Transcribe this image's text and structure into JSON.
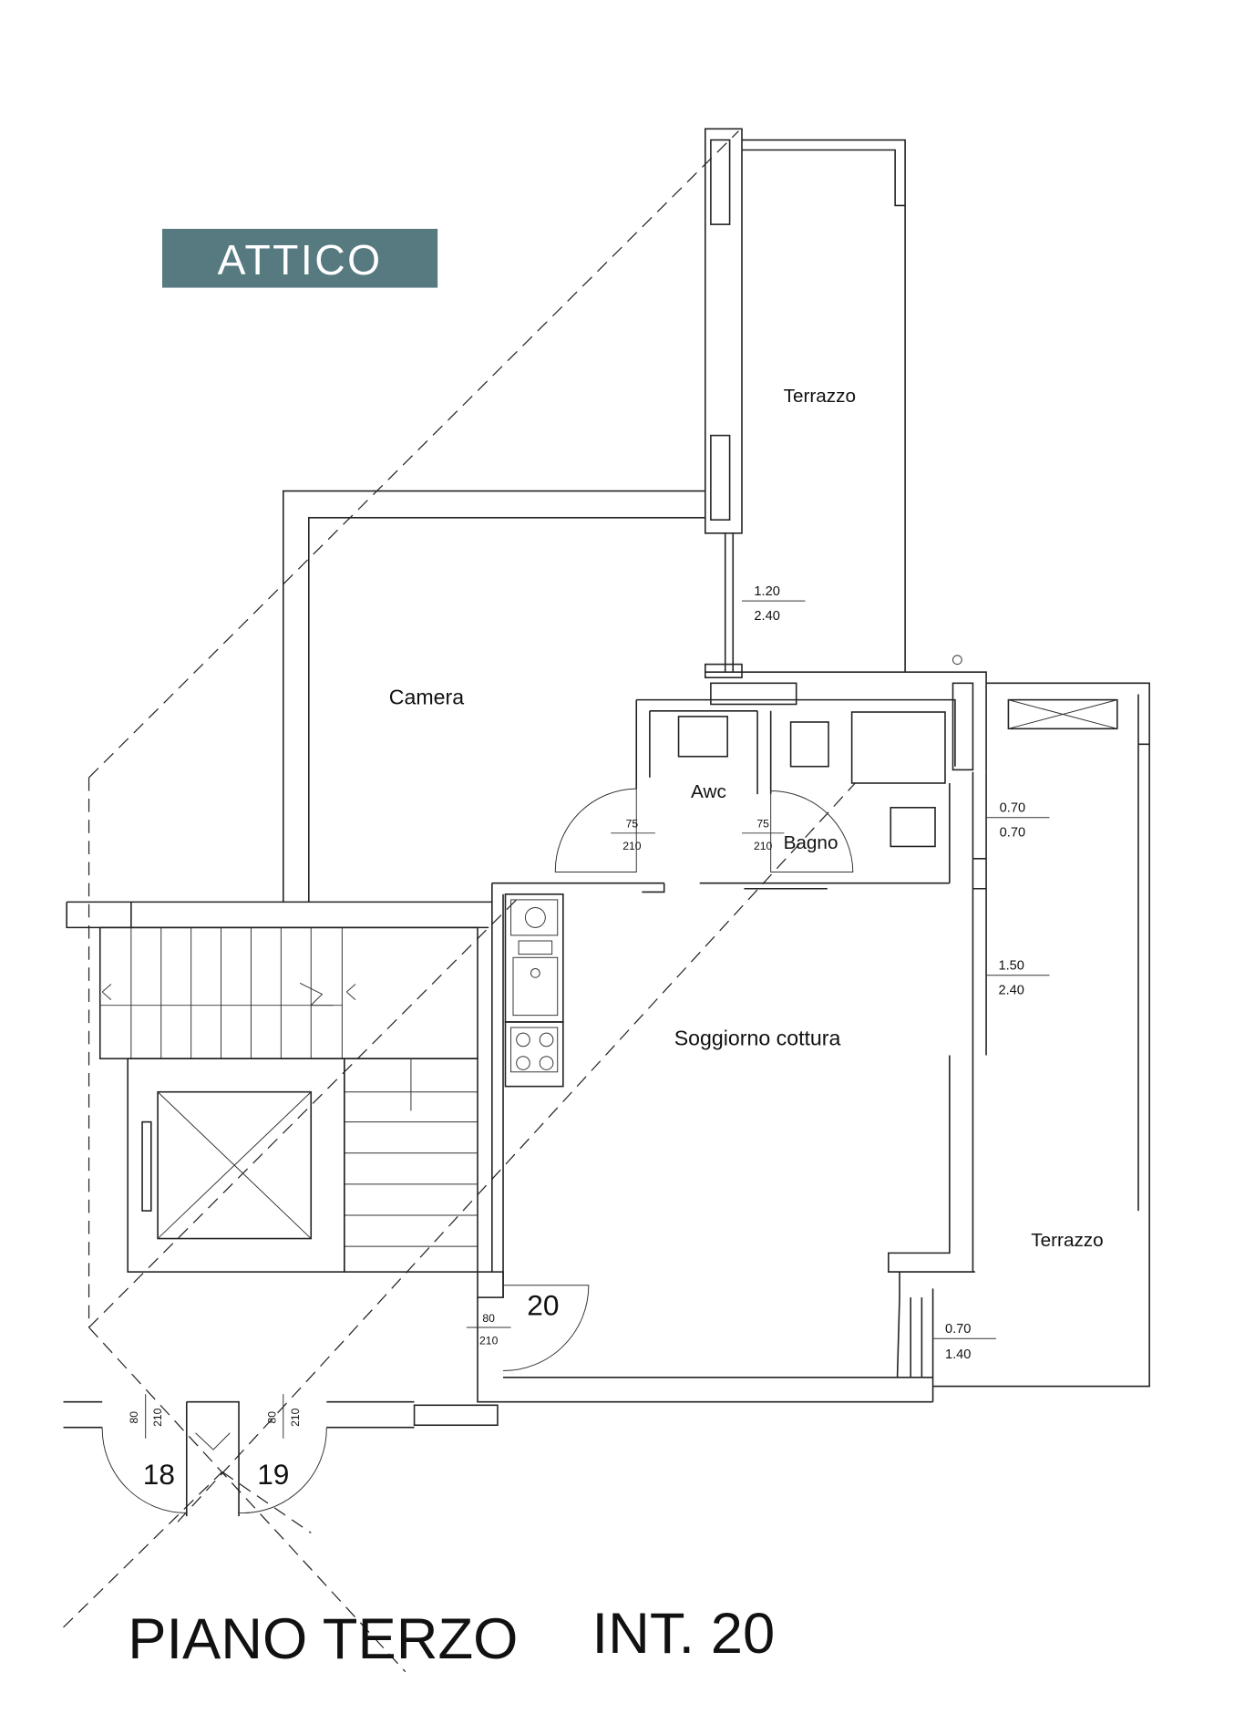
{
  "badge": {
    "label": "ATTICO",
    "color": "#567a80"
  },
  "rooms": {
    "terrazzo_top": "Terrazzo",
    "camera": "Camera",
    "awc": "Awc",
    "bagno": "Bagno",
    "soggiorno": "Soggiorno cottura",
    "terrazzo_right": "Terrazzo"
  },
  "dimensions": {
    "win_camera": {
      "w": "1.20",
      "h": "2.40"
    },
    "door_awc": {
      "w": "75",
      "h": "210"
    },
    "door_bagno": {
      "w": "75",
      "h": "210"
    },
    "win_bagno": {
      "w": "0.70",
      "h": "0.70"
    },
    "win_soggiorno": {
      "w": "1.50",
      "h": "2.40"
    },
    "win_low": {
      "w": "0.70",
      "h": "1.40"
    },
    "door_entry": {
      "w": "80",
      "h": "210"
    },
    "door_18": {
      "w": "80",
      "h": "210"
    },
    "door_19": {
      "w": "80",
      "h": "210"
    }
  },
  "units": {
    "entry": "20",
    "left": "18",
    "right": "19"
  },
  "title": {
    "floor": "PIANO TERZO",
    "unit": "INT. 20"
  }
}
